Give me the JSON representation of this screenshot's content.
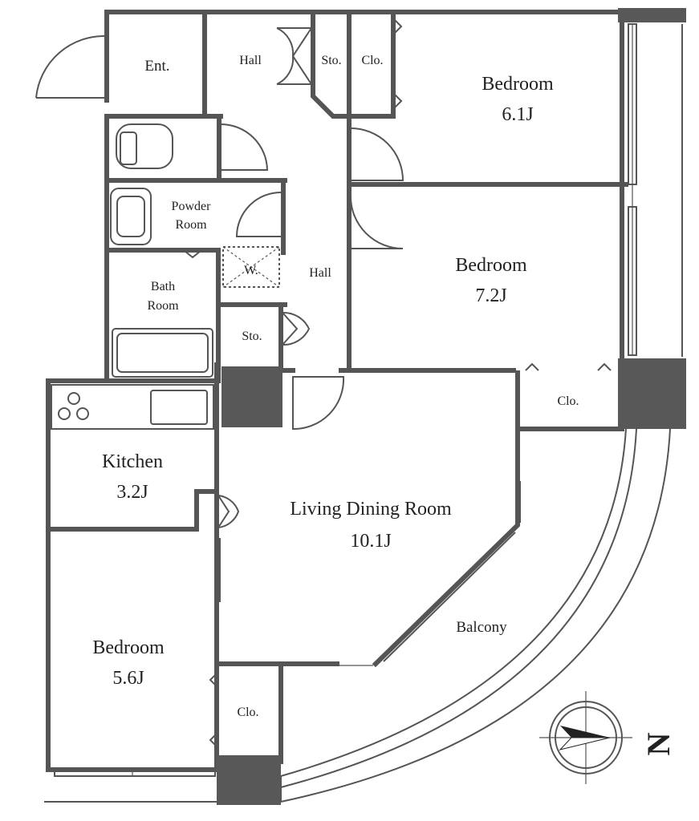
{
  "rooms": {
    "entrance": "Ent.",
    "hall_top": "Hall",
    "storage_top": "Sto.",
    "closet_top": "Clo.",
    "bedroom_ne_name": "Bedroom",
    "bedroom_ne_size": "6.1J",
    "powder_l1": "Powder",
    "powder_l2": "Room",
    "washer": "W.",
    "hall_mid": "Hall",
    "bath_l1": "Bath",
    "bath_l2": "Room",
    "storage_mid": "Sto.",
    "bedroom_e_name": "Bedroom",
    "bedroom_e_size": "7.2J",
    "closet_e": "Clo.",
    "kitchen_name": "Kitchen",
    "kitchen_size": "3.2J",
    "ldk_name": "Living Dining Room",
    "ldk_size": "10.1J",
    "balcony": "Balcony",
    "bedroom_w_name": "Bedroom",
    "bedroom_w_size": "5.6J",
    "closet_w": "Clo."
  },
  "compass": {
    "north_label": "N"
  }
}
